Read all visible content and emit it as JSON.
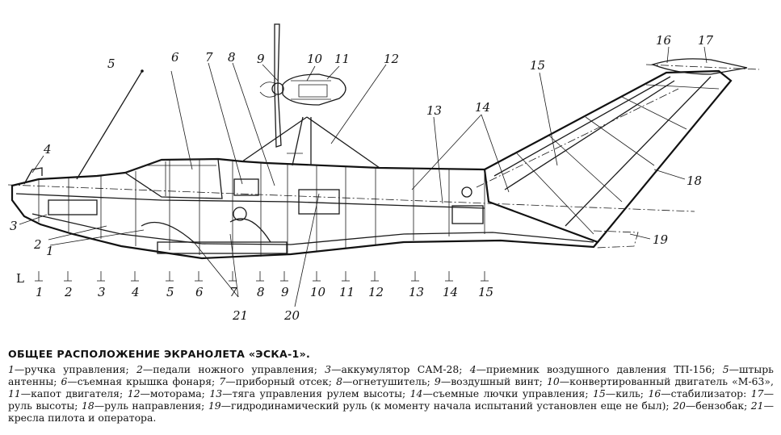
{
  "callouts": [
    "1",
    "2",
    "3",
    "4",
    "5",
    "6",
    "7",
    "8",
    "9",
    "10",
    "11",
    "12",
    "13",
    "14",
    "15",
    "16",
    "17",
    "18",
    "19",
    "20",
    "21"
  ],
  "frames": {
    "start_label": "L",
    "labels": [
      "1",
      "2",
      "3",
      "4",
      "5",
      "6",
      "7",
      "8",
      "9",
      "10",
      "11",
      "12",
      "13",
      "14",
      "15"
    ]
  },
  "caption": {
    "title": "ОБЩЕЕ РАСПОЛОЖЕНИЕ ЭКРАНОЛЕТА «ЭСКА-1».",
    "legend": [
      {
        "num": "1",
        "text": "ручка управления;"
      },
      {
        "num": "2",
        "text": "педали ножного управления;"
      },
      {
        "num": "3",
        "text": "аккумулятор САМ-28;"
      },
      {
        "num": "4",
        "text": "приемник воздушного давления ТП-156;"
      },
      {
        "num": "5",
        "text": "штырь антенны;"
      },
      {
        "num": "6",
        "text": "съемная крышка фонаря;"
      },
      {
        "num": "7",
        "text": "приборный отсек;"
      },
      {
        "num": "8",
        "text": "огнетушитель;"
      },
      {
        "num": "9",
        "text": "воздушный винт;"
      },
      {
        "num": "10",
        "text": "конвертированный двигатель «М-63»,"
      },
      {
        "num": "11",
        "text": "капот двигателя;"
      },
      {
        "num": "12",
        "text": "моторама;"
      },
      {
        "num": "13",
        "text": "тяга управления рулем высоты;"
      },
      {
        "num": "14",
        "text": "съемные лючки управления;"
      },
      {
        "num": "15",
        "text": "киль;"
      },
      {
        "num": "16",
        "text": "стабилизатор:"
      },
      {
        "num": "17",
        "text": "руль высоты;"
      },
      {
        "num": "18",
        "text": "руль направления;"
      },
      {
        "num": "19",
        "text": "гидродинамический руль (к моменту начала испытаний установлен еще не был);"
      },
      {
        "num": "20",
        "text": "бензобак;"
      },
      {
        "num": "21",
        "text": "кресла пилота и оператора."
      }
    ]
  }
}
